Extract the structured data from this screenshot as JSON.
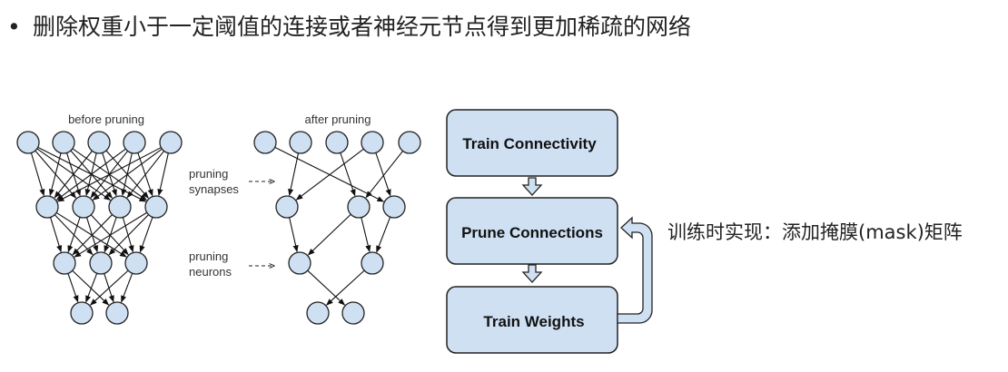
{
  "heading": {
    "bullet": "•",
    "text": "删除权重小于一定阈值的连接或者神经元节点得到更加稀疏的网络"
  },
  "diagram": {
    "before_title": "before pruning",
    "after_title": "after pruning",
    "annotation_synapses": [
      "pruning",
      "synapses"
    ],
    "annotation_neurons": [
      "pruning",
      "neurons"
    ],
    "before_layers": [
      5,
      4,
      3,
      2
    ],
    "after_layers": [
      5,
      3,
      2,
      2
    ],
    "after_edges": [
      [
        [
          0,
          2
        ],
        [
          1,
          0
        ],
        [
          2,
          1
        ],
        [
          3,
          0
        ],
        [
          3,
          2
        ],
        [
          4,
          1
        ]
      ],
      [
        [
          0,
          0
        ],
        [
          1,
          0
        ],
        [
          1,
          1
        ],
        [
          2,
          1
        ]
      ],
      [
        [
          0,
          1
        ],
        [
          1,
          0
        ]
      ]
    ],
    "node_fill": "#cfe0f3",
    "box_fill": "#cfe0f3"
  },
  "flow": {
    "steps": [
      "Train Connectivity",
      "Prune Connections",
      "Train Weights"
    ]
  },
  "note": "训练时实现：添加掩膜(mask)矩阵"
}
